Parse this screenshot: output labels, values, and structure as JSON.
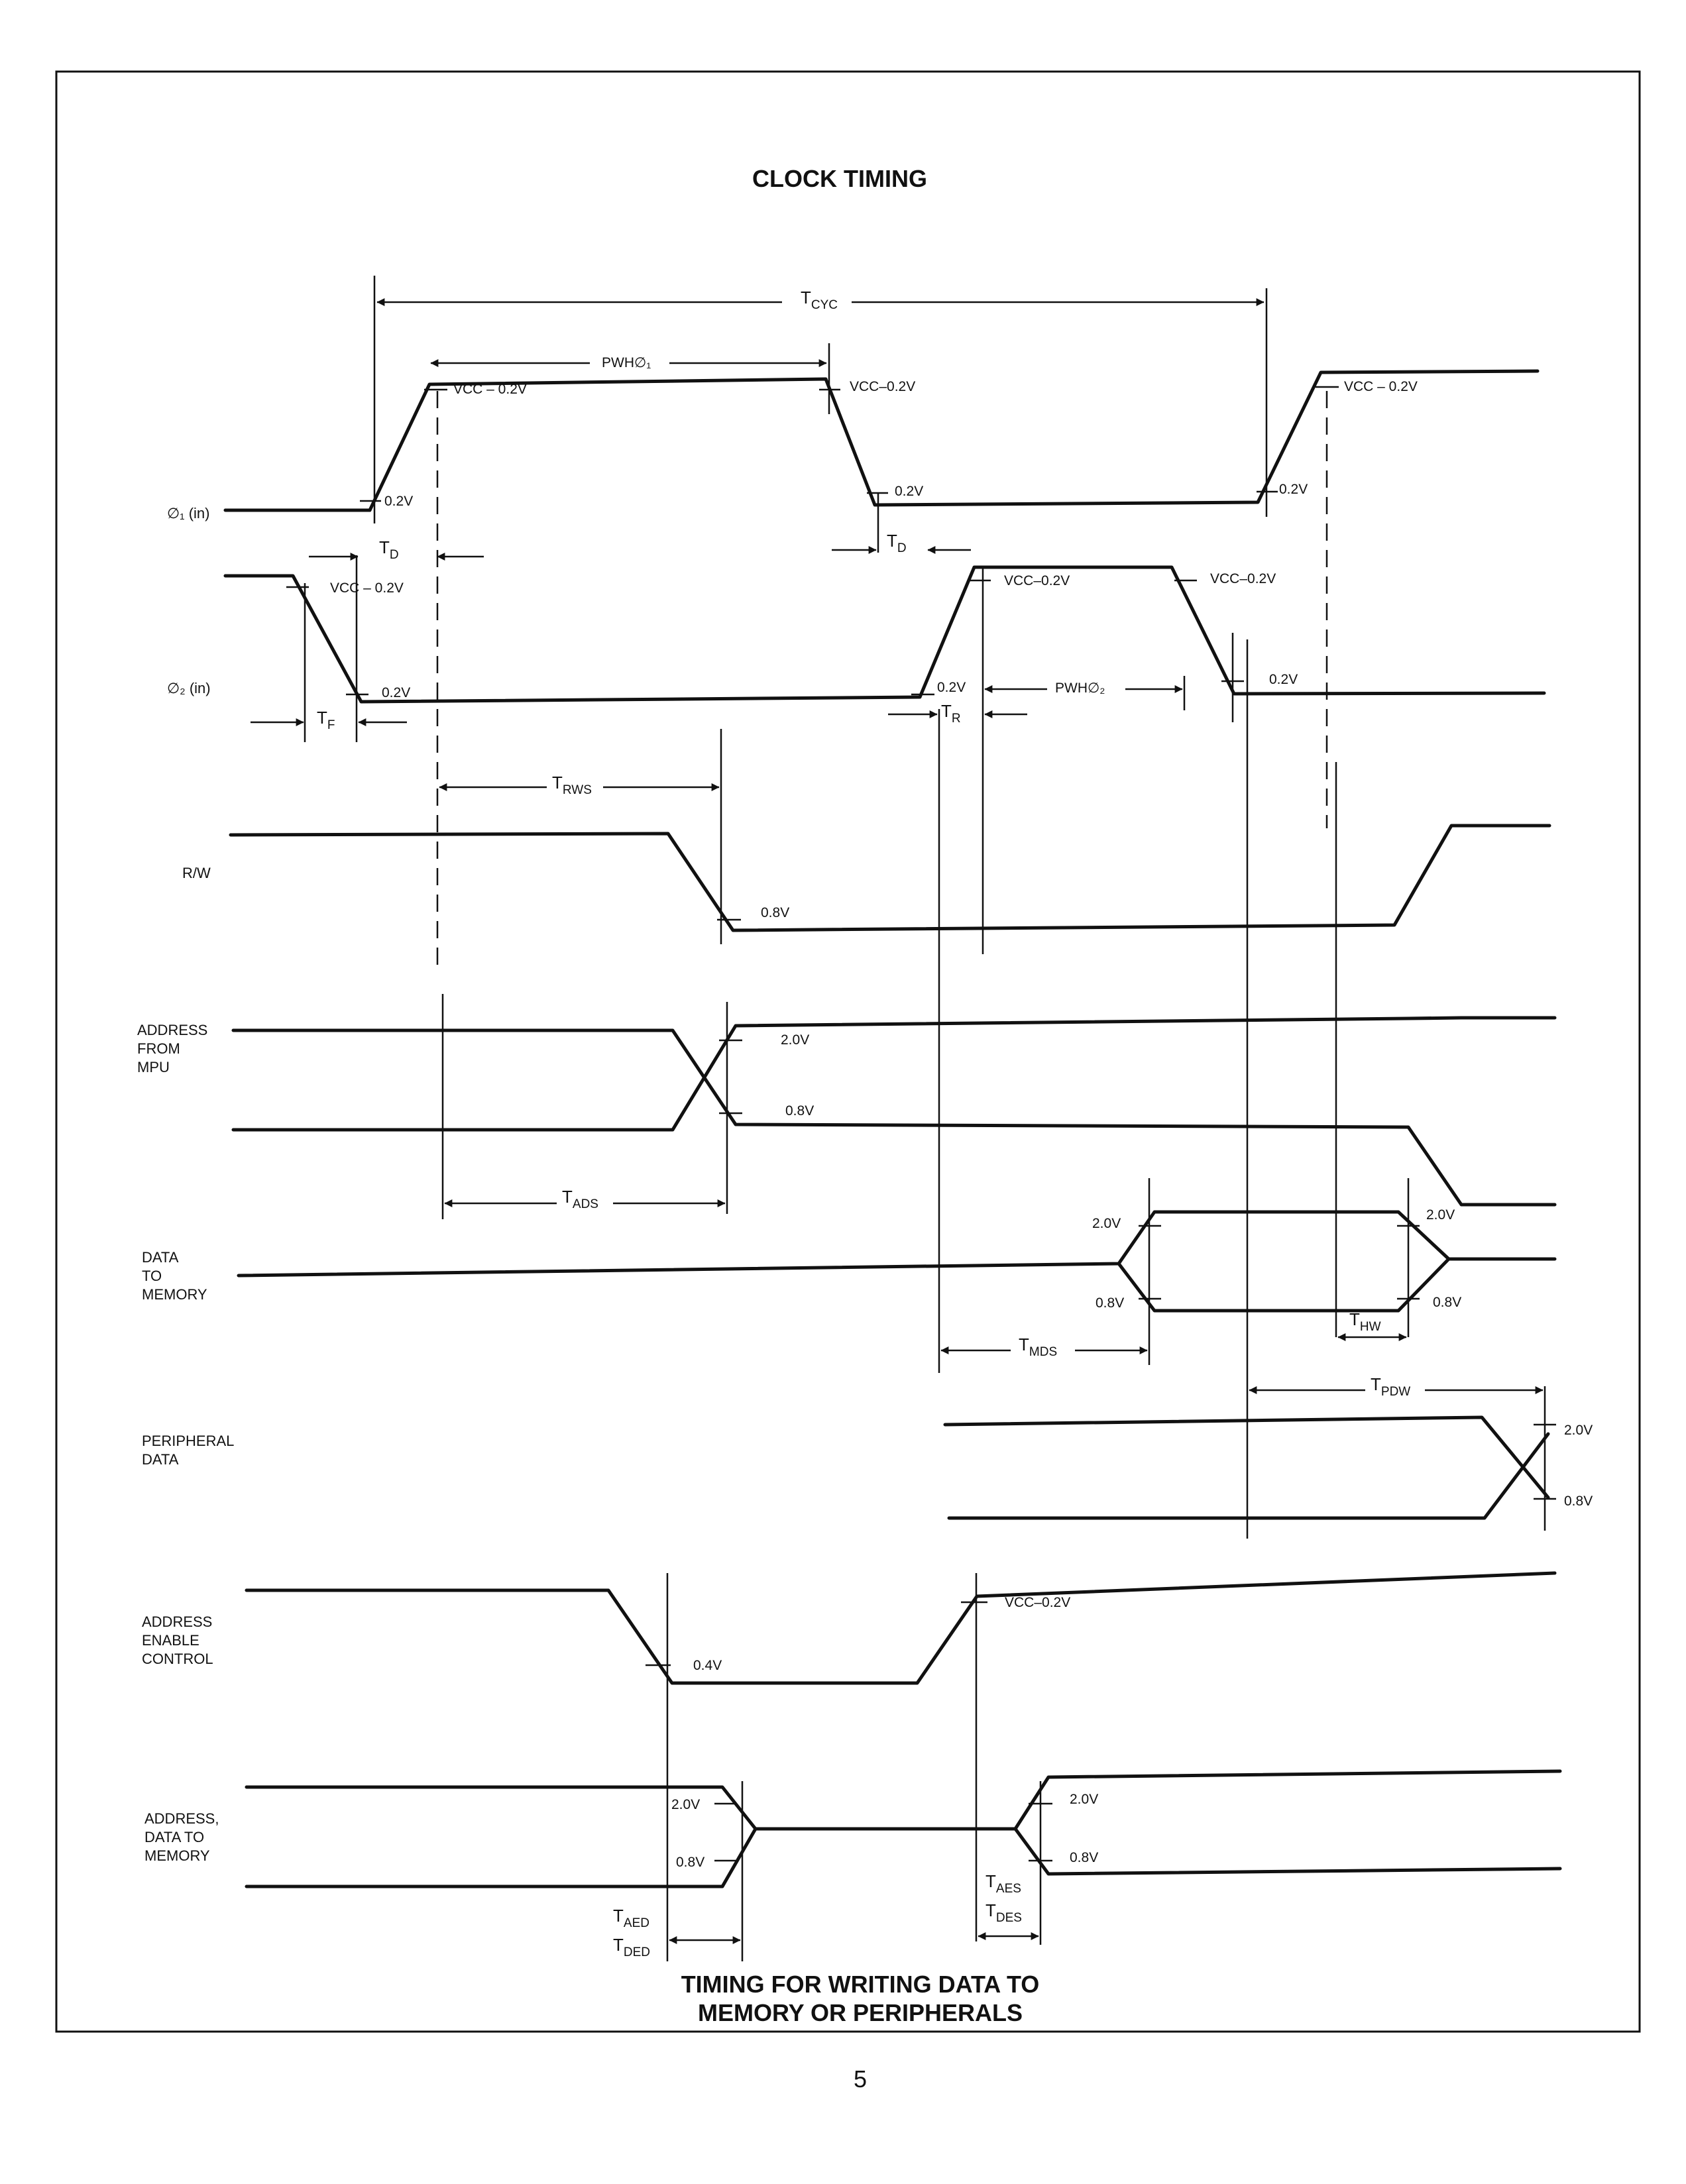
{
  "page": {
    "title": "CLOCK TIMING",
    "footer_line1": "TIMING FOR WRITING DATA TO",
    "footer_line2": "MEMORY OR PERIPHERALS",
    "page_number": "5"
  },
  "signals": {
    "phi1": "∅₁ (in)",
    "phi2": "∅₂ (in)",
    "rw": "R/W",
    "addr_mpu": [
      "ADDRESS",
      "FROM",
      "MPU"
    ],
    "data_mem": [
      "DATA",
      "TO",
      "MEMORY"
    ],
    "periph": [
      "PERIPHERAL",
      "DATA"
    ],
    "aec": [
      "ADDRESS",
      "ENABLE",
      "CONTROL"
    ],
    "addr_data": [
      "ADDRESS,",
      "DATA TO",
      "MEMORY"
    ]
  },
  "levels": {
    "vcc_sp": "VCC – 0.2V",
    "vcc": "VCC–0.2V",
    "v02": "0.2V",
    "v08": "0.8V",
    "v20": "2.0V",
    "v04": "0.4V"
  },
  "timings": {
    "tcyc": {
      "main": "T",
      "sub": "CYC"
    },
    "pwh1": "PWH∅₁",
    "pwh2": "PWH∅₂",
    "td": {
      "main": "T",
      "sub": "D"
    },
    "tf": {
      "main": "T",
      "sub": "F"
    },
    "tr": {
      "main": "T",
      "sub": "R"
    },
    "trws": {
      "main": "T",
      "sub": "RWS"
    },
    "tads": {
      "main": "T",
      "sub": "ADS"
    },
    "tmds": {
      "main": "T",
      "sub": "MDS"
    },
    "thw": {
      "main": "T",
      "sub": "HW"
    },
    "tpdw": {
      "main": "T",
      "sub": "PDW"
    },
    "taed": {
      "main": "T",
      "sub": "AED"
    },
    "tded": {
      "main": "T",
      "sub": "DED"
    },
    "taes": {
      "main": "T",
      "sub": "AES"
    },
    "tdes": {
      "main": "T",
      "sub": "DES"
    }
  }
}
